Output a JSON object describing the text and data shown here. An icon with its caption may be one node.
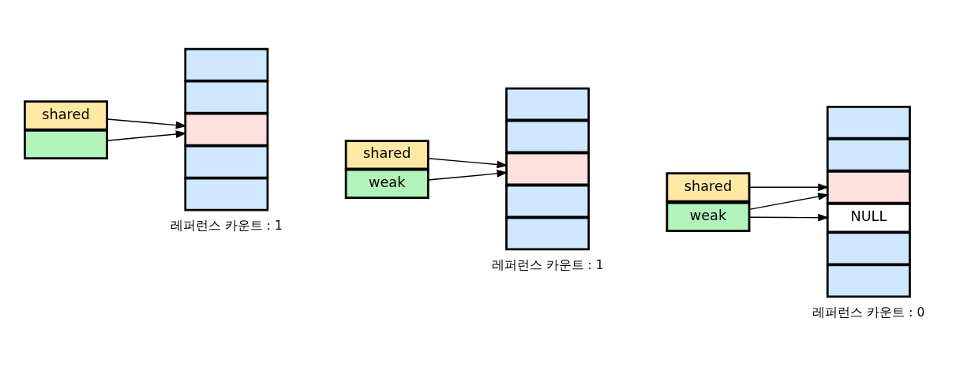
{
  "diagram": {
    "nodes": [
      {
        "text": [
          "shared"
        ]
      },
      {
        "text": [],
        "shape": "box"
      },
      {
        "text": [],
        "shape": "box"
      },
      {
        "text": [],
        "shape": "box"
      },
      {
        "text": [],
        "shape": "box"
      },
      {
        "text": [],
        "shape": "box"
      },
      {
        "text": [],
        "shape": "box"
      },
      {
        "text": [
          "shared"
        ]
      },
      {
        "text": [
          "weak"
        ]
      },
      {
        "text": [],
        "shape": "box"
      },
      {
        "text": [],
        "shape": "box"
      },
      {
        "text": [],
        "shape": "box"
      },
      {
        "text": [],
        "shape": "box"
      },
      {
        "text": [],
        "shape": "box"
      },
      {
        "text": [
          "shared"
        ]
      },
      {
        "text": [
          "weak"
        ]
      },
      {
        "text": [],
        "shape": "box"
      },
      {
        "text": [],
        "shape": "box"
      },
      {
        "text": [],
        "shape": "box"
      },
      {
        "text": [],
        "shape": "box"
      },
      {
        "text": [],
        "shape": "box"
      },
      {
        "text": [
          "NULL"
        ]
      }
    ],
    "edges": [
      {
        "from": 0,
        "to": 4,
        "arrow": "to"
      },
      {
        "from": 1,
        "to": 4,
        "arrow": "to"
      },
      {
        "from": 7,
        "to": 11,
        "arrow": "to"
      },
      {
        "from": 8,
        "to": 11,
        "arrow": "to"
      },
      {
        "from": 14,
        "to": 18,
        "arrow": "to"
      },
      {
        "from": 15,
        "to": 18,
        "arrow": "to"
      },
      {
        "from": 15,
        "to": 21,
        "arrow": "to"
      }
    ],
    "labels": [
      "레퍼런스 카운트 : 1",
      "레퍼런스 카운트 : 1",
      "레퍼런스 카운트 : 0"
    ]
  }
}
